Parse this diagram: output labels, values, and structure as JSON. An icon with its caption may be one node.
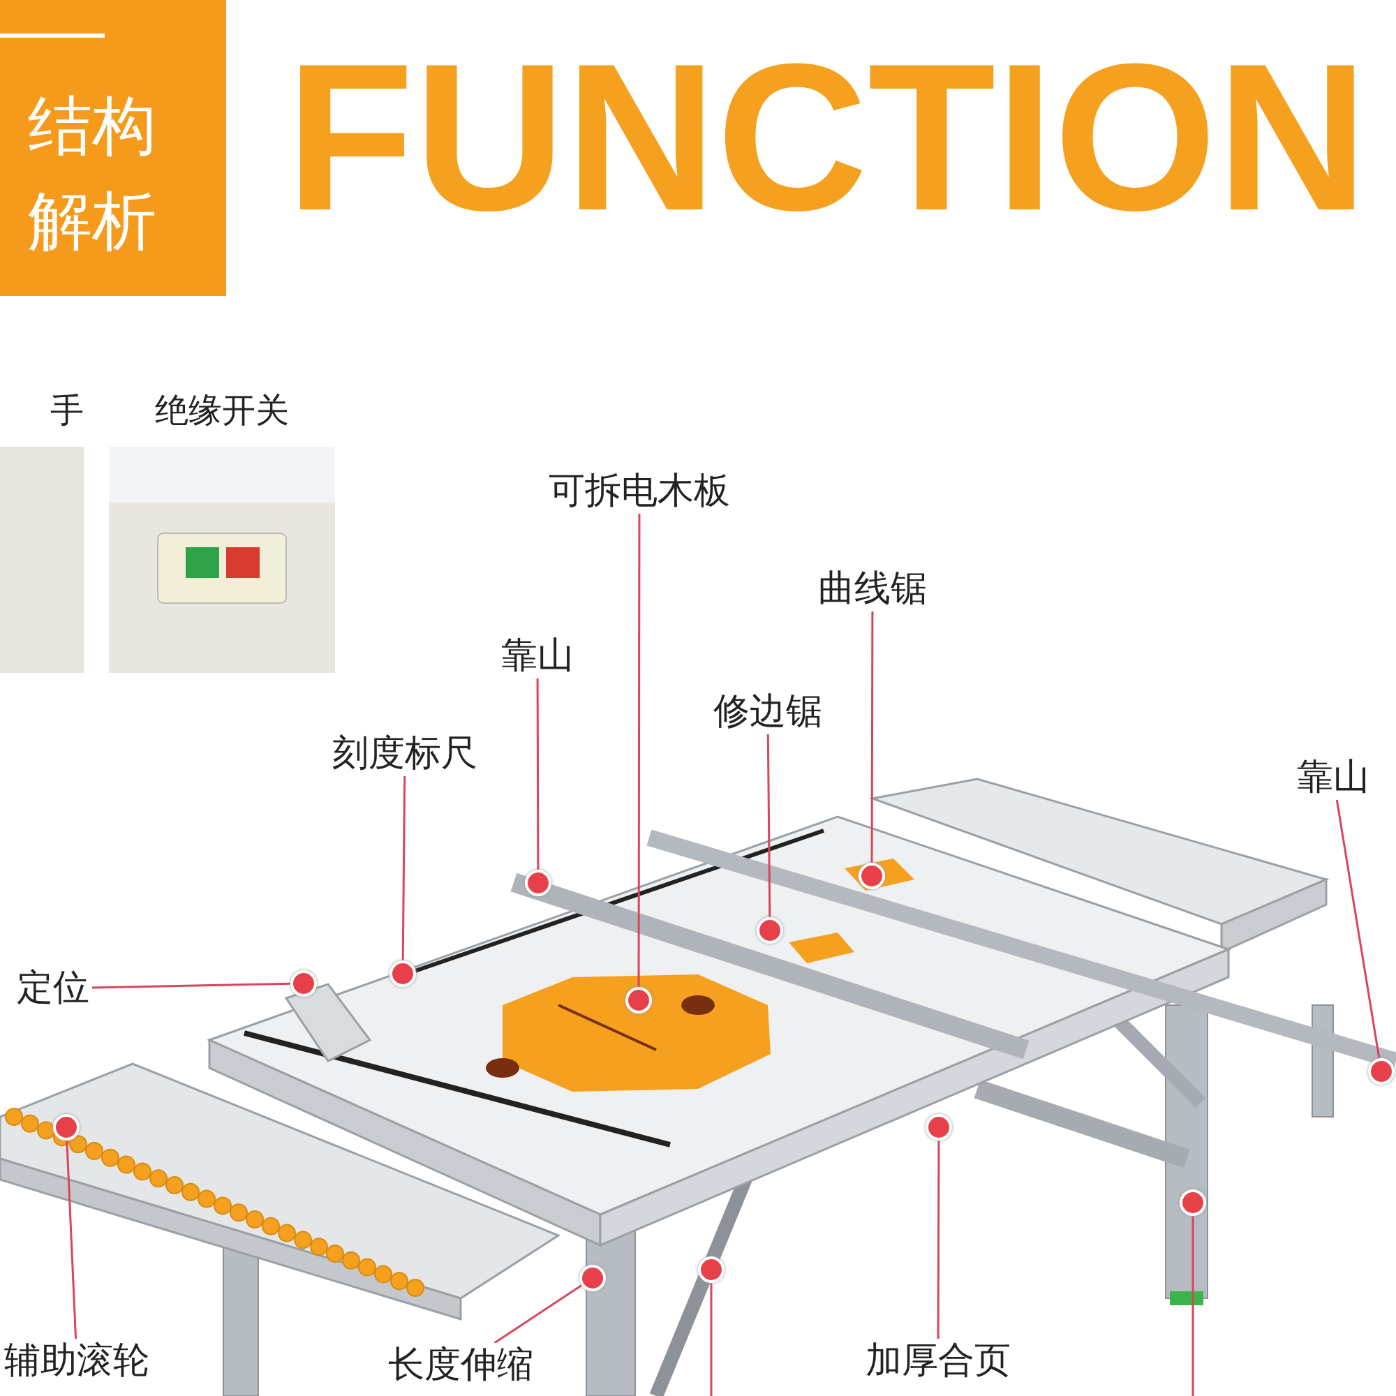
{
  "diagram": {
    "title": "FUNCTION",
    "nodes": [
      {
        "text": [
          "结构",
          "解析"
        ]
      },
      {
        "text": [
          "手"
        ]
      },
      {
        "text": [
          "绝缘开关"
        ]
      },
      {
        "text": [
          "可拆电木板"
        ]
      },
      {
        "text": [],
        "shape": "circle"
      },
      {
        "text": [
          "曲线锯"
        ]
      },
      {
        "text": [],
        "shape": "circle"
      },
      {
        "text": [
          "靠山"
        ]
      },
      {
        "text": [],
        "shape": "circle"
      },
      {
        "text": [
          "修边锯"
        ]
      },
      {
        "text": [],
        "shape": "circle"
      },
      {
        "text": [
          "刻度标尺"
        ]
      },
      {
        "text": [],
        "shape": "circle"
      },
      {
        "text": [
          "靠山"
        ]
      },
      {
        "text": [],
        "shape": "circle"
      },
      {
        "text": [
          "定位"
        ]
      },
      {
        "text": [],
        "shape": "circle"
      },
      {
        "text": [
          "辅助滚轮"
        ]
      },
      {
        "text": [],
        "shape": "circle"
      },
      {
        "text": [
          "长度伸缩"
        ]
      },
      {
        "text": [],
        "shape": "circle"
      },
      {
        "text": [
          "加厚合页"
        ]
      },
      {
        "text": [],
        "shape": "circle"
      },
      {
        "text": [],
        "shape": "circle"
      },
      {
        "text": [],
        "shape": "circle"
      }
    ],
    "edges": [
      {
        "from": 3,
        "to": 4,
        "arrow": "none"
      },
      {
        "from": 5,
        "to": 6,
        "arrow": "none"
      },
      {
        "from": 7,
        "to": 8,
        "arrow": "none"
      },
      {
        "from": 9,
        "to": 10,
        "arrow": "none"
      },
      {
        "from": 11,
        "to": 12,
        "arrow": "none"
      },
      {
        "from": 13,
        "to": 14,
        "arrow": "none"
      },
      {
        "from": 15,
        "to": 16,
        "arrow": "none"
      },
      {
        "from": 17,
        "to": 18,
        "arrow": "none"
      },
      {
        "from": 19,
        "to": 20,
        "arrow": "none"
      },
      {
        "from": 21,
        "to": 22,
        "arrow": "none"
      },
      {
        "from": null,
        "to": 23,
        "arrow": "none"
      },
      {
        "from": null,
        "to": 24,
        "arrow": "none"
      }
    ]
  }
}
